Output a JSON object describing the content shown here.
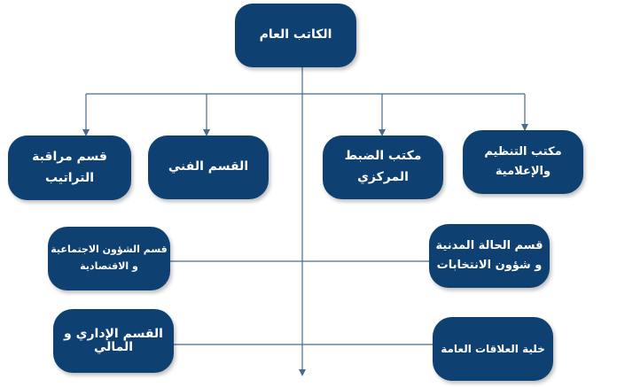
{
  "colors": {
    "box": "#0e4171",
    "text": "#ffffff",
    "line": "#4a6a8c"
  },
  "org": {
    "root": {
      "line1": "الكاتب العام"
    },
    "level1": [
      {
        "id": "inspection",
        "line1": "قسم مراقبة",
        "line2": "التراتيب"
      },
      {
        "id": "technical",
        "line1": "القسم الفني",
        "line2": ""
      },
      {
        "id": "central-control",
        "line1": "مكتب الضبط",
        "line2": "المركزي"
      },
      {
        "id": "organization",
        "line1": "مكتب التنظيم",
        "line2": "والإعلامية"
      }
    ],
    "left_branch": [
      {
        "id": "social-affairs",
        "line1": "قسم الشؤون الاجتماعية",
        "line2": "و الاقتصادية"
      },
      {
        "id": "admin-finance",
        "line1": "القسم الإداري و",
        "line2": "المالي"
      }
    ],
    "right_branch": [
      {
        "id": "civil-status",
        "line1": "قسم الحالة المدنية",
        "line2": "و شؤون الانتخابات"
      },
      {
        "id": "public-relations",
        "line1": "خلية العلاقات العامة",
        "line2": ""
      }
    ]
  }
}
